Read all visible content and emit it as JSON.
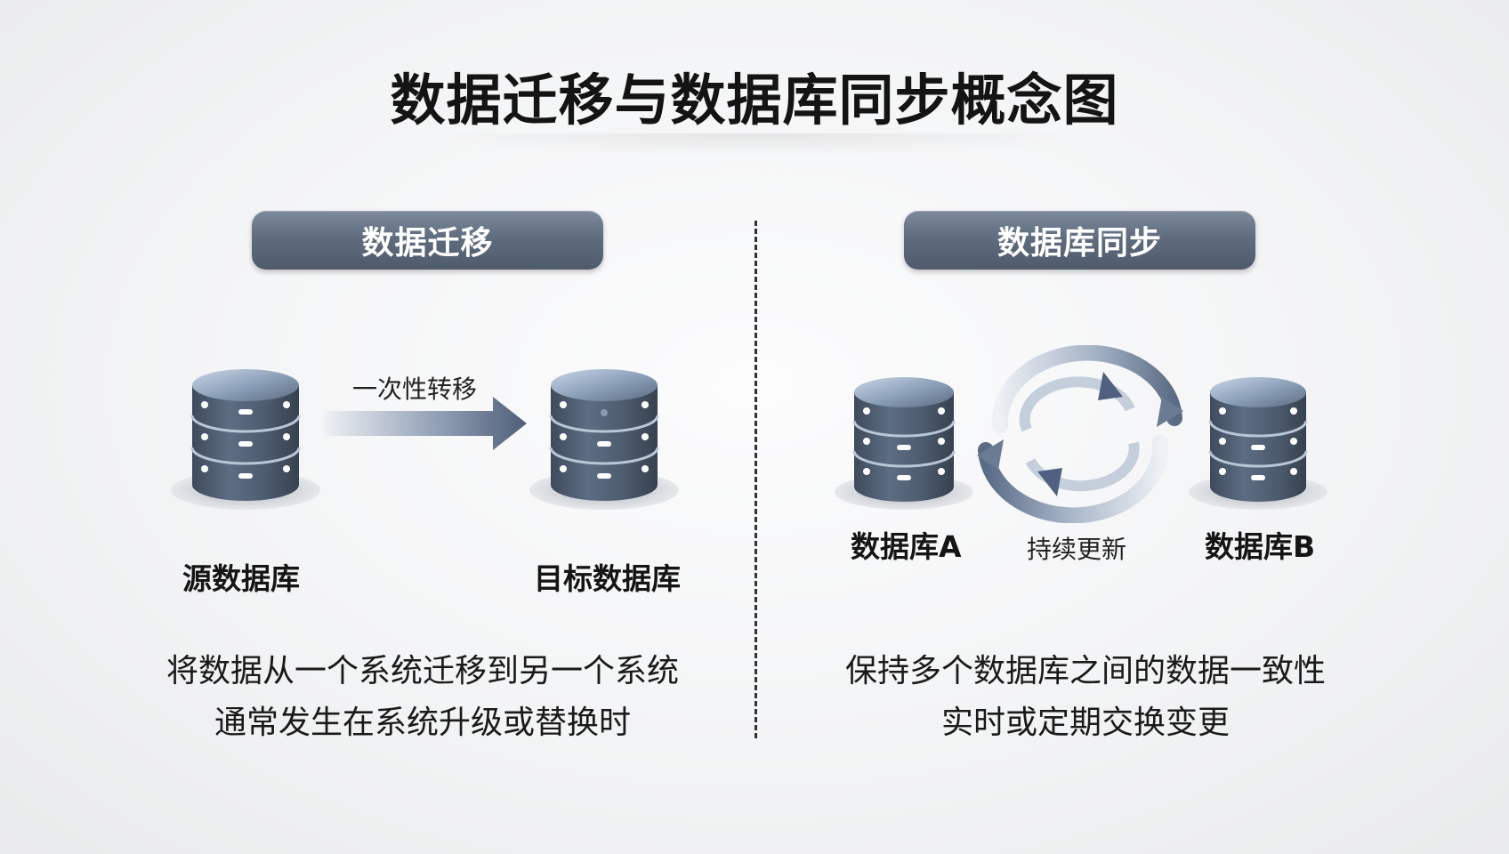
{
  "title": "数据迁移与数据库同步概念图",
  "migration": {
    "header": "数据迁移",
    "arrow_label": "一次性转移",
    "source_label": "源数据库",
    "target_label": "目标数据库",
    "description": [
      "将数据从一个系统迁移到另一个系统",
      "通常发生在系统升级或替换时"
    ]
  },
  "sync": {
    "header": "数据库同步",
    "db_a_label": "数据库A",
    "db_b_label": "数据库B",
    "cycle_label": "持续更新",
    "description": [
      "保持多个数据库之间的数据一致性",
      "实时或定期交换变更"
    ]
  },
  "icons": {
    "database": "database-icon",
    "arrow": "arrow-right-icon",
    "sync": "sync-cycle-icon"
  },
  "colors": {
    "header_fill": "#5f6d7f",
    "database_body": "#4f5d70",
    "database_top": "#8fa3bb",
    "accent_arrow": "#5e6e86"
  }
}
